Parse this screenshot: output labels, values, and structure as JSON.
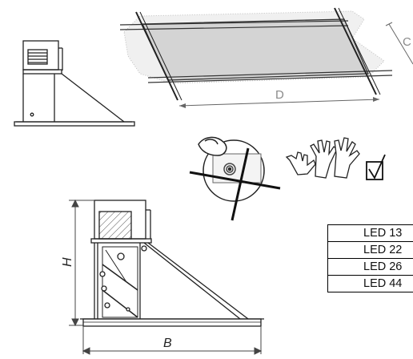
{
  "dimensions": {
    "h": "H",
    "b": "B",
    "d": "D",
    "c": "C"
  },
  "table": {
    "rows": [
      "LED 13",
      "LED 22",
      "LED 26",
      "LED 44"
    ]
  },
  "icons": [
    "fixture-side-view-icon",
    "no-touch-led-icon",
    "gloves-icon",
    "checkmark-box-icon"
  ]
}
